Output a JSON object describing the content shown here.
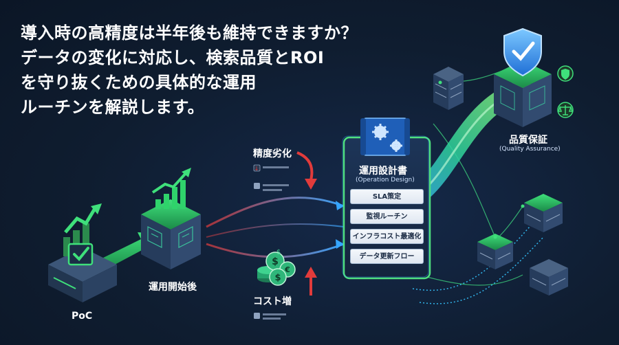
{
  "headline": {
    "line1": "導入時の高精度は半年後も維持できますか？",
    "line2": "データの変化に対応し、検索品質とROI",
    "line3": "を守り抜くための具体的な運用",
    "line4": "ルーチンを解説します。"
  },
  "stages": {
    "poc": "PoC",
    "start": "運用開始後"
  },
  "risks": {
    "accuracy_drop": "精度劣化",
    "cost_increase": "コスト増"
  },
  "design_doc": {
    "title": "運用設計書",
    "subtitle": "(Operation Design)",
    "items": [
      "SLA策定",
      "監視ルーチン",
      "インフラコスト最適化",
      "データ更新フロー"
    ]
  },
  "quality": {
    "title": "品質保証",
    "subtitle": "(Quality Assurance)"
  },
  "colors": {
    "background": "#0f1d30",
    "green_accent": "#2fd36b",
    "blue_accent": "#35a6ff",
    "red_accent": "#e23b3b",
    "gold": "#e8b64a"
  },
  "icons": [
    "check-icon",
    "growth-chart-icon",
    "gear-icon",
    "shield-check-icon",
    "balance-scale-icon",
    "coin-stack-icon",
    "server-icon"
  ]
}
